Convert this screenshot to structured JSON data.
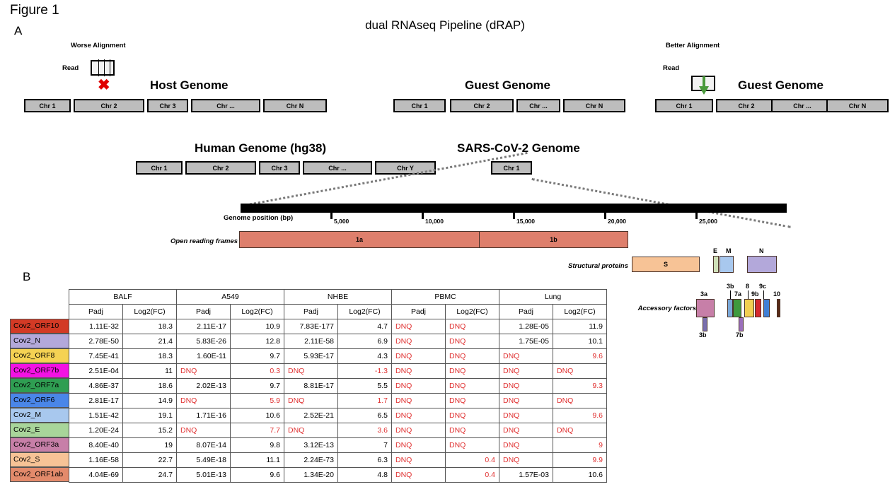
{
  "figure": {
    "label": "Figure 1",
    "panel_a": "A",
    "panel_b": "B",
    "pipeline_title": "dual RNAseq Pipeline (dRAP)"
  },
  "panelA": {
    "worse": {
      "alignment_label": "Worse Alignment",
      "read_label": "Read",
      "mark": "✖"
    },
    "better": {
      "alignment_label": "Better Alignment",
      "read_label": "Read"
    },
    "genomes": [
      {
        "title": "Host Genome",
        "chrs": [
          "Chr 1",
          "Chr 2",
          "Chr 3",
          "Chr ...",
          "Chr N"
        ]
      },
      {
        "title": "Guest Genome",
        "chrs": [
          "Chr 1",
          "Chr 2",
          "Chr ...",
          "Chr N"
        ]
      },
      {
        "title": "Guest Genome",
        "chrs": [
          "Chr 1",
          "Chr 2",
          "Chr ...",
          "Chr N"
        ]
      }
    ],
    "human": {
      "title": "Human Genome (hg38)",
      "chrs": [
        "Chr 1",
        "Chr 2",
        "Chr 3",
        "Chr ...",
        "Chr Y"
      ]
    },
    "sars": {
      "title": "SARS-CoV-2 Genome",
      "chrs": [
        "Chr 1"
      ]
    },
    "axis": {
      "label": "Genome position (bp)",
      "ticks": [
        "5,000",
        "10,000",
        "15,000",
        "20,000",
        "25,000"
      ]
    },
    "orf": {
      "label": "Open reading frames",
      "blocks": [
        {
          "name": "1a",
          "color": "#de7f6c"
        },
        {
          "name": "1b",
          "color": "#de7f6c"
        }
      ]
    },
    "structural": {
      "label": "Structural proteins",
      "blocks": [
        {
          "name": "S",
          "color": "#f7c396"
        },
        {
          "name": "E",
          "color": "#cfe0b8"
        },
        {
          "name": "M",
          "color": "#a8c8ee"
        },
        {
          "name": "N",
          "color": "#b3a8da"
        }
      ]
    },
    "accessory": {
      "label": "Accessory factors",
      "blocks": [
        {
          "name": "3a",
          "color": "#c77fa8"
        },
        {
          "name": "3b",
          "color": "#7a6fae"
        },
        {
          "name": "3b2",
          "color": "#7aa8d8"
        },
        {
          "name": "7a",
          "color": "#3e9a3e"
        },
        {
          "name": "7b",
          "color": "#9b6fbc"
        },
        {
          "name": "8",
          "color": "#f2cf52"
        },
        {
          "name": "9b",
          "color": "#d6292e"
        },
        {
          "name": "9c",
          "color": "#3f7fd6"
        },
        {
          "name": "10",
          "color": "#5a2a16"
        }
      ],
      "labels": [
        "3a",
        "3b",
        "3b",
        "7a",
        "7b",
        "8",
        "9b",
        "9c",
        "10"
      ]
    }
  },
  "table": {
    "groups": [
      "BALF",
      "A549",
      "NHBE",
      "PBMC",
      "Lung"
    ],
    "subheaders": [
      "Padj",
      "Log2(FC)"
    ],
    "dnq": "DNQ",
    "rows": [
      {
        "gene": "Cov2_ORF10",
        "color": "#d33a25",
        "cells": [
          [
            "1.11E-32",
            false
          ],
          [
            "18.3",
            false
          ],
          [
            "2.11E-17",
            false
          ],
          [
            "10.9",
            false
          ],
          [
            "7.83E-177",
            false
          ],
          [
            "4.7",
            false
          ],
          [
            "DNQ",
            true
          ],
          [
            "DNQ",
            true
          ],
          [
            "1.28E-05",
            false
          ],
          [
            "11.9",
            false
          ]
        ]
      },
      {
        "gene": "Cov2_N",
        "color": "#b3a8da",
        "cells": [
          [
            "2.78E-50",
            false
          ],
          [
            "21.4",
            false
          ],
          [
            "5.83E-26",
            false
          ],
          [
            "12.8",
            false
          ],
          [
            "2.11E-58",
            false
          ],
          [
            "6.9",
            false
          ],
          [
            "DNQ",
            true
          ],
          [
            "DNQ",
            true
          ],
          [
            "1.75E-05",
            false
          ],
          [
            "10.1",
            false
          ]
        ]
      },
      {
        "gene": "Cov2_ORF8",
        "color": "#f5d253",
        "cells": [
          [
            "7.45E-41",
            false
          ],
          [
            "18.3",
            false
          ],
          [
            "1.60E-11",
            false
          ],
          [
            "9.7",
            false
          ],
          [
            "5.93E-17",
            false
          ],
          [
            "4.3",
            false
          ],
          [
            "DNQ",
            true
          ],
          [
            "DNQ",
            true
          ],
          [
            "DNQ",
            true
          ],
          [
            "9.6",
            true
          ]
        ]
      },
      {
        "gene": "Cov2_ORF7b",
        "color": "#f312e3",
        "cells": [
          [
            "2.51E-04",
            false
          ],
          [
            "11",
            false
          ],
          [
            "DNQ",
            true
          ],
          [
            "0.3",
            true
          ],
          [
            "DNQ",
            true
          ],
          [
            "-1.3",
            true
          ],
          [
            "DNQ",
            true
          ],
          [
            "DNQ",
            true
          ],
          [
            "DNQ",
            true
          ],
          [
            "DNQ",
            true
          ]
        ]
      },
      {
        "gene": "Cov2_ORF7a",
        "color": "#2f9e52",
        "cells": [
          [
            "4.86E-37",
            false
          ],
          [
            "18.6",
            false
          ],
          [
            "2.02E-13",
            false
          ],
          [
            "9.7",
            false
          ],
          [
            "8.81E-17",
            false
          ],
          [
            "5.5",
            false
          ],
          [
            "DNQ",
            true
          ],
          [
            "DNQ",
            true
          ],
          [
            "DNQ",
            true
          ],
          [
            "9.3",
            true
          ]
        ]
      },
      {
        "gene": "Cov2_ORF6",
        "color": "#4a86e8",
        "cells": [
          [
            "2.81E-17",
            false
          ],
          [
            "14.9",
            false
          ],
          [
            "DNQ",
            true
          ],
          [
            "5.9",
            true
          ],
          [
            "DNQ",
            true
          ],
          [
            "1.7",
            true
          ],
          [
            "DNQ",
            true
          ],
          [
            "DNQ",
            true
          ],
          [
            "DNQ",
            true
          ],
          [
            "DNQ",
            true
          ]
        ]
      },
      {
        "gene": "Cov2_M",
        "color": "#a8c8ee",
        "cells": [
          [
            "1.51E-42",
            false
          ],
          [
            "19.1",
            false
          ],
          [
            "1.71E-16",
            false
          ],
          [
            "10.6",
            false
          ],
          [
            "2.52E-21",
            false
          ],
          [
            "6.5",
            false
          ],
          [
            "DNQ",
            true
          ],
          [
            "DNQ",
            true
          ],
          [
            "DNQ",
            true
          ],
          [
            "9.6",
            true
          ]
        ]
      },
      {
        "gene": "Cov2_E",
        "color": "#a8d59a",
        "cells": [
          [
            "1.20E-24",
            false
          ],
          [
            "15.2",
            false
          ],
          [
            "DNQ",
            true
          ],
          [
            "7.7",
            true
          ],
          [
            "DNQ",
            true
          ],
          [
            "3.6",
            true
          ],
          [
            "DNQ",
            true
          ],
          [
            "DNQ",
            true
          ],
          [
            "DNQ",
            true
          ],
          [
            "DNQ",
            true
          ]
        ]
      },
      {
        "gene": "Cov2_ORF3a",
        "color": "#c77fa8",
        "cells": [
          [
            "8.40E-40",
            false
          ],
          [
            "19",
            false
          ],
          [
            "8.07E-14",
            false
          ],
          [
            "9.8",
            false
          ],
          [
            "3.12E-13",
            false
          ],
          [
            "7",
            false
          ],
          [
            "DNQ",
            true
          ],
          [
            "DNQ",
            true
          ],
          [
            "DNQ",
            true
          ],
          [
            "9",
            true
          ]
        ]
      },
      {
        "gene": "Cov2_S",
        "color": "#f7c396",
        "cells": [
          [
            "1.16E-58",
            false
          ],
          [
            "22.7",
            false
          ],
          [
            "5.49E-18",
            false
          ],
          [
            "11.1",
            false
          ],
          [
            "2.24E-73",
            false
          ],
          [
            "6.3",
            false
          ],
          [
            "DNQ",
            true
          ],
          [
            "0.4",
            true
          ],
          [
            "DNQ",
            true
          ],
          [
            "9.9",
            true
          ]
        ]
      },
      {
        "gene": "Cov2_ORF1ab",
        "color": "#e38a6b",
        "cells": [
          [
            "4.04E-69",
            false
          ],
          [
            "24.7",
            false
          ],
          [
            "5.01E-13",
            false
          ],
          [
            "9.6",
            false
          ],
          [
            "1.34E-20",
            false
          ],
          [
            "4.8",
            false
          ],
          [
            "DNQ",
            true
          ],
          [
            "0.4",
            true
          ],
          [
            "1.57E-03",
            false
          ],
          [
            "10.6",
            false
          ]
        ]
      }
    ]
  },
  "colors": {
    "dnq_red": "#e03131",
    "chr_fill": "#bdbdbd",
    "x_red": "#e00000",
    "arrow_green": "#4a9a3c"
  }
}
